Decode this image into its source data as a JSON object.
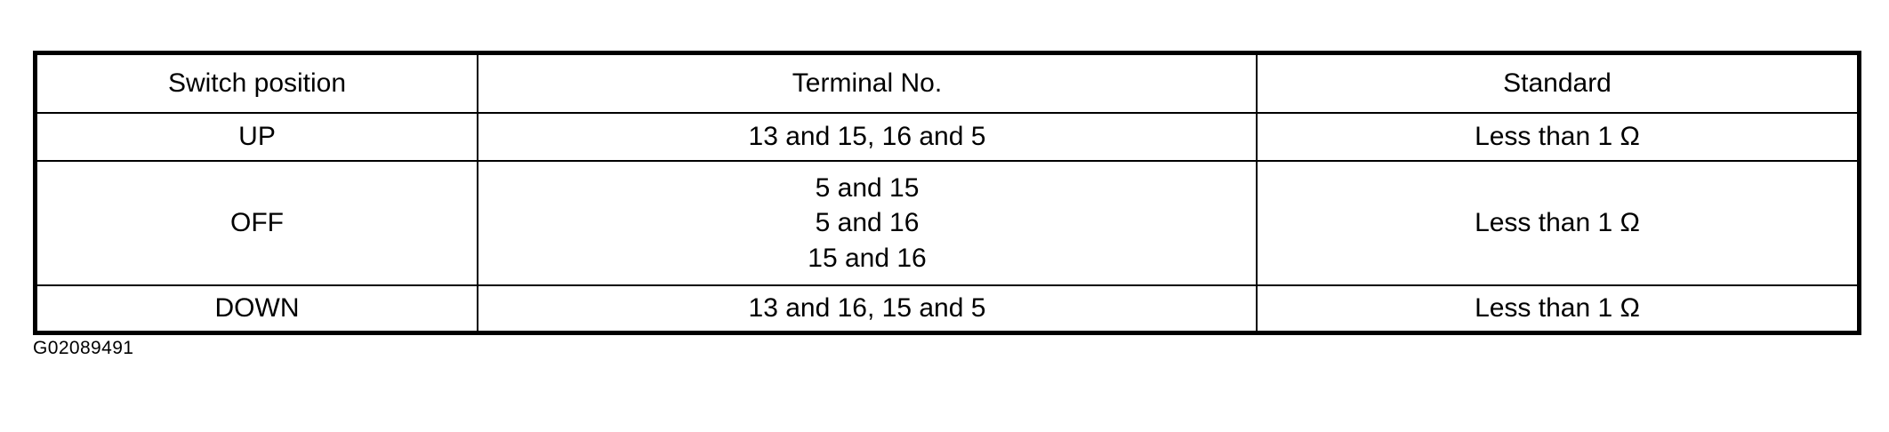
{
  "table": {
    "columns": [
      {
        "key": "switch_position",
        "label": "Switch position"
      },
      {
        "key": "terminal_no",
        "label": "Terminal No."
      },
      {
        "key": "standard",
        "label": "Standard"
      }
    ],
    "rows": [
      {
        "switch_position": "UP",
        "terminal_no": "13 and 15, 16 and 5",
        "standard": "Less than 1 Ω"
      },
      {
        "switch_position": "OFF",
        "terminal_lines": [
          "5 and 15",
          "5 and 16",
          "15 and 16"
        ],
        "standard": "Less than 1 Ω"
      },
      {
        "switch_position": "DOWN",
        "terminal_no": "13 and 16, 15 and 5",
        "standard": "Less than 1 Ω"
      }
    ]
  },
  "figure_code": "G02089491",
  "colors": {
    "border": "#000000",
    "text": "#000000",
    "background": "#ffffff"
  }
}
